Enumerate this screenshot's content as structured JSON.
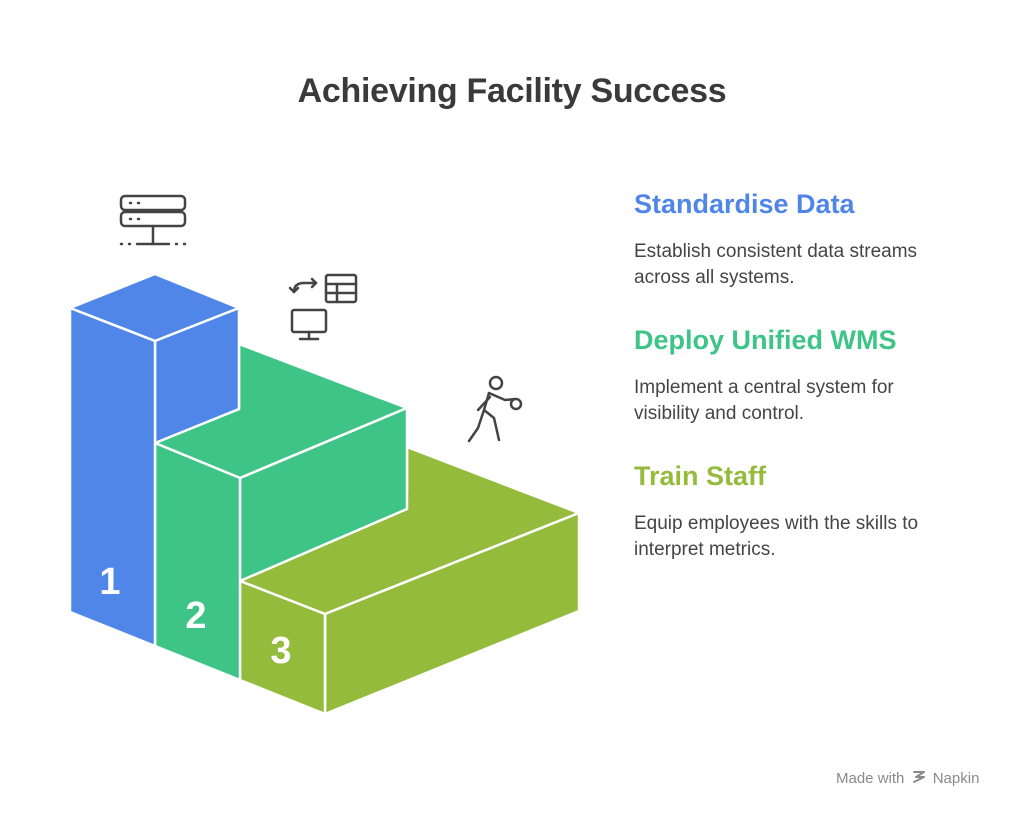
{
  "title": "Achieving Facility Success",
  "colors": {
    "step1": "#4f86e8",
    "step2": "#3dc486",
    "step3": "#94bb3c",
    "icon": "#444444"
  },
  "steps": [
    {
      "number": "1",
      "title": "Standardise Data",
      "description": "Establish consistent data streams across all systems.",
      "icon": "server-icon"
    },
    {
      "number": "2",
      "title": "Deploy Unified WMS",
      "description": "Implement a central system for visibility and control.",
      "icon": "system-sync-icon"
    },
    {
      "number": "3",
      "title": "Train Staff",
      "description": "Equip employees with the skills to interpret metrics.",
      "icon": "person-training-icon"
    }
  ],
  "footer": {
    "made_with": "Made with",
    "brand": "Napkin"
  }
}
